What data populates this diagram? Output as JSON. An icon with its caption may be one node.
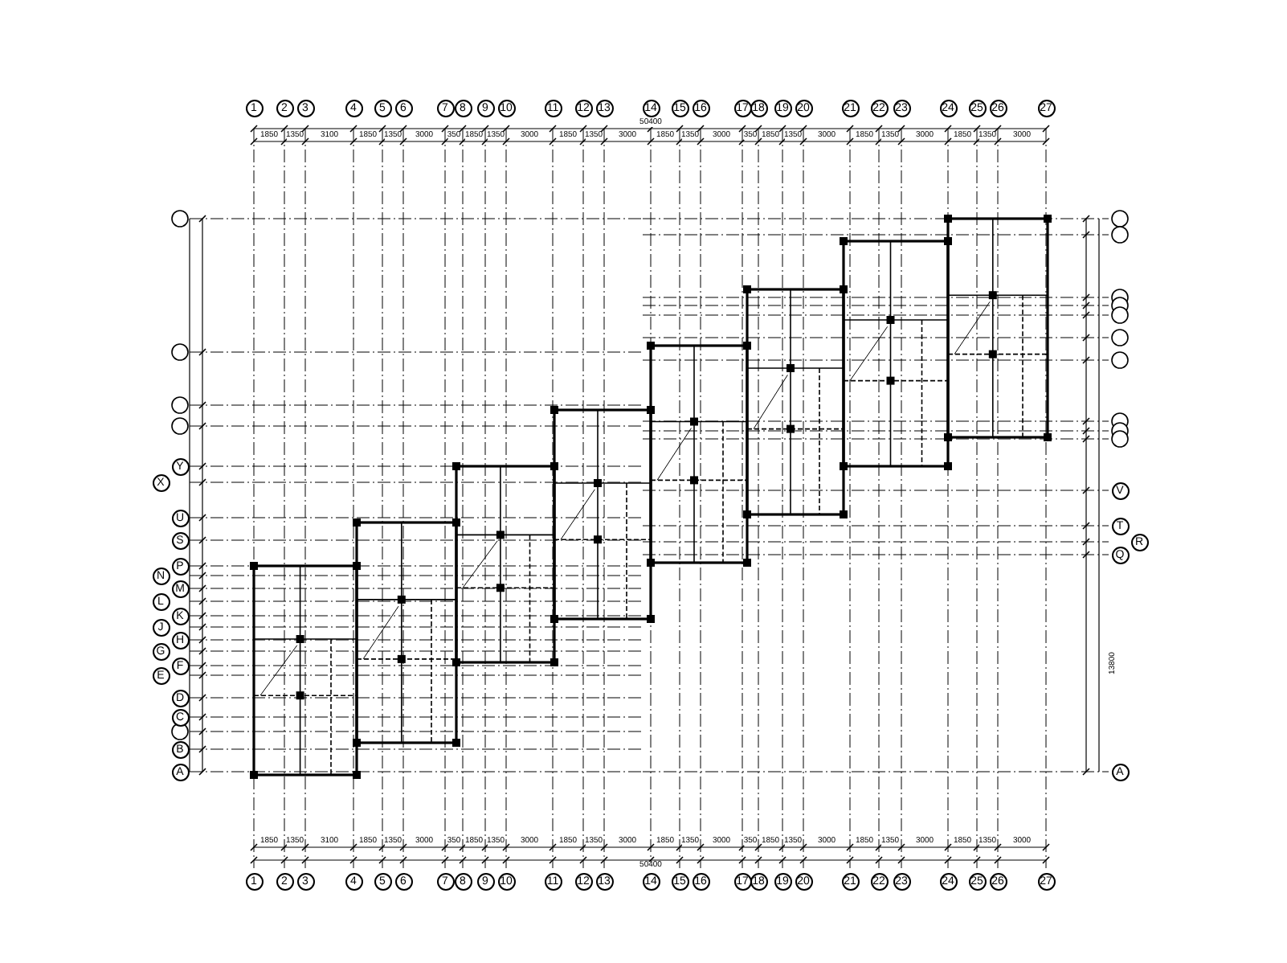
{
  "diagram": {
    "labels": [
      "1",
      "2",
      "3",
      "4",
      "5",
      "6",
      "7",
      "8",
      "9",
      "10",
      "11",
      "12",
      "13",
      "14",
      "15",
      "16",
      "17",
      "18",
      "19",
      "20",
      "21",
      "22",
      "23",
      "24",
      "25",
      "26",
      "27",
      "1850",
      "1350",
      "3100",
      "1850",
      "1350",
      "3000",
      "350",
      "1850",
      "1350",
      "3000",
      "1850",
      "1350",
      "3000",
      "1850",
      "1350",
      "3000",
      "350",
      "1850",
      "1350",
      "3000",
      "1850",
      "1350",
      "3000",
      "1850",
      "1350",
      "3000",
      "50400",
      "50400",
      "1850",
      "1350",
      "3100",
      "1850",
      "1350",
      "3000",
      "350",
      "1850",
      "1350",
      "3000",
      "1850",
      "1350",
      "3000",
      "1850",
      "1350",
      "3000",
      "350",
      "1850",
      "1350",
      "3000",
      "1850",
      "1350",
      "3000",
      "1850",
      "1350",
      "3000",
      "1",
      "2",
      "3",
      "4",
      "5",
      "6",
      "7",
      "8",
      "9",
      "10",
      "11",
      "12",
      "13",
      "14",
      "15",
      "16",
      "17",
      "18",
      "19",
      "20",
      "21",
      "22",
      "23",
      "24",
      "25",
      "26",
      "27",
      "Y",
      "X",
      "U",
      "S",
      "P",
      "N",
      "M",
      "L",
      "K",
      "J",
      "H",
      "G",
      "F",
      "E",
      "D",
      "C",
      "B",
      "A",
      "V",
      "T",
      "R",
      "Q",
      "A",
      "13800"
    ]
  }
}
